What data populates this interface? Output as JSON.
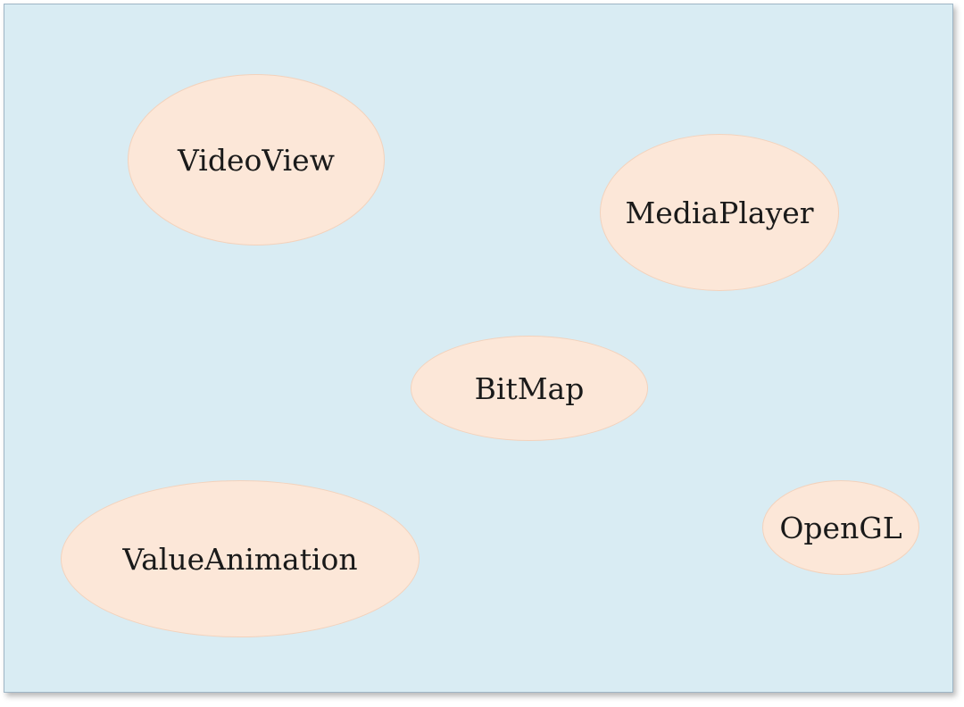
{
  "colors": {
    "background": "#d9ecf3",
    "node_fill": "#fce7d8",
    "node_stroke": "#f3d2bc"
  },
  "nodes": {
    "videoview": {
      "label": "VideoView"
    },
    "mediaplayer": {
      "label": "MediaPlayer"
    },
    "bitmap": {
      "label": "BitMap"
    },
    "valueanimation": {
      "label": "ValueAnimation"
    },
    "opengl": {
      "label": "OpenGL"
    }
  }
}
